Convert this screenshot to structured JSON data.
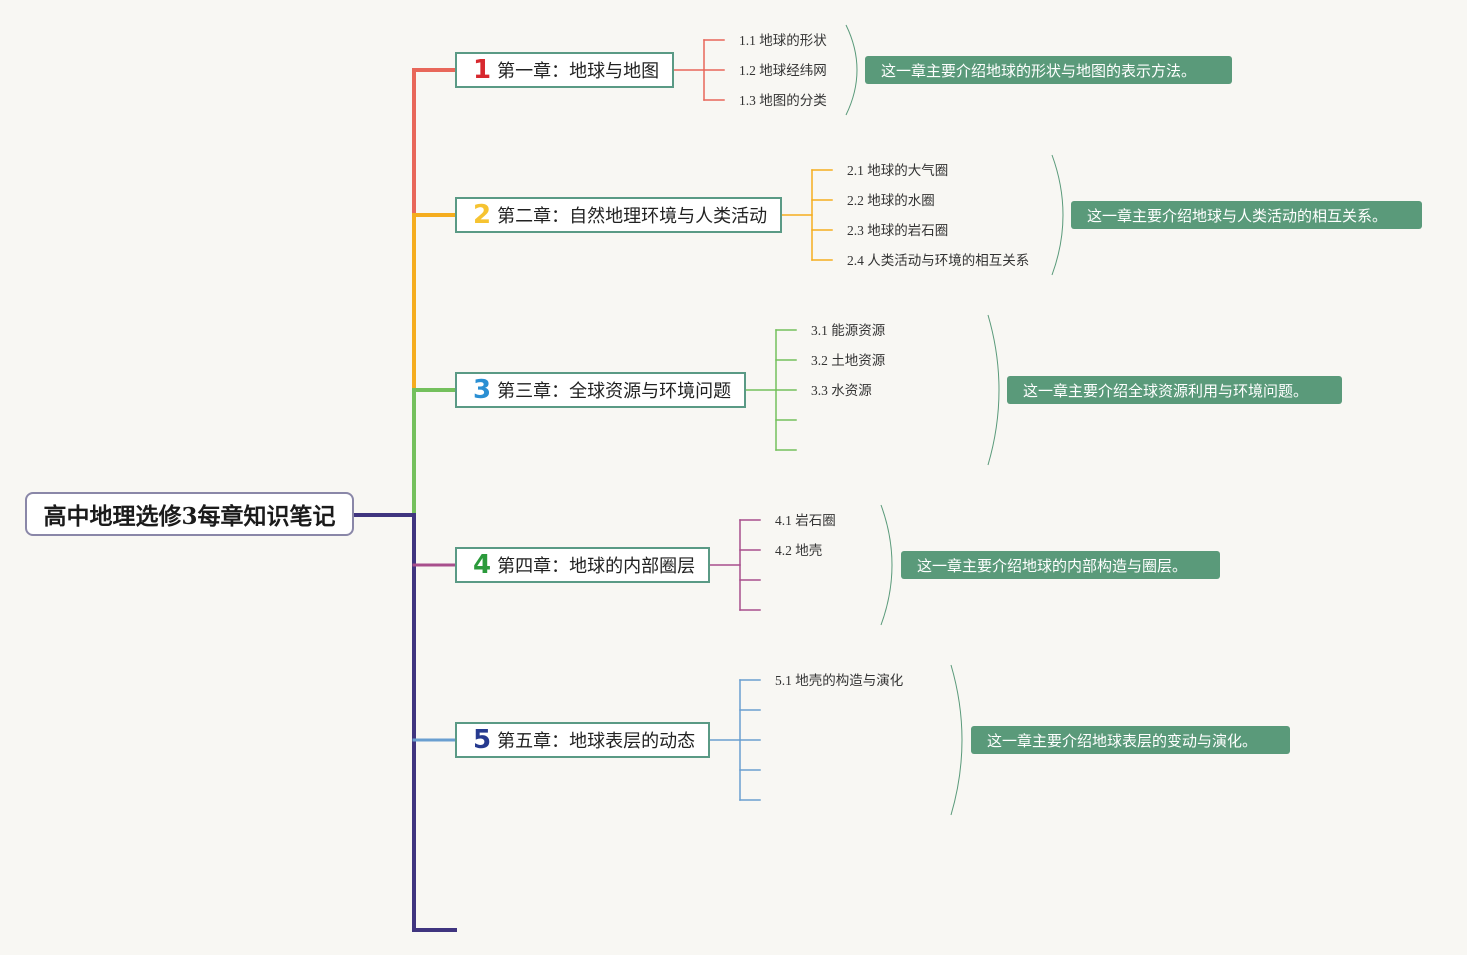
{
  "root": {
    "title": "高中地理选修3每章知识笔记"
  },
  "chapters": [
    {
      "num": "1",
      "color": "#e8675a",
      "num_color": "#d7282e",
      "title": "第一章：地球与地图",
      "subs": [
        "1.1 地球的形状",
        "1.2 地球经纬网",
        "1.3 地图的分类"
      ],
      "summary": "这一章主要介绍地球的形状与地图的表示方法。"
    },
    {
      "num": "2",
      "color": "#f5ad1e",
      "num_color": "#f6c331",
      "title": "第二章：自然地理环境与人类活动",
      "subs": [
        "2.1 地球的大气圈",
        "2.2 地球的水圈",
        "2.3 地球的岩石圈",
        "2.4 人类活动与环境的相互关系"
      ],
      "summary": "这一章主要介绍地球与人类活动的相互关系。"
    },
    {
      "num": "3",
      "color": "#74c05c",
      "num_color": "#2a8fd3",
      "title": "第三章：全球资源与环境问题",
      "subs": [
        "3.1 能源资源",
        "3.2 土地资源",
        "3.3 水资源",
        "",
        ""
      ],
      "summary": "这一章主要介绍全球资源利用与环境问题。"
    },
    {
      "num": "4",
      "color": "#a84f8c",
      "num_color": "#2b9a3b",
      "title": "第四章：地球的内部圈层",
      "subs": [
        "4.1 岩石圈",
        "4.2 地壳",
        "",
        ""
      ],
      "summary": "这一章主要介绍地球的内部构造与圈层。"
    },
    {
      "num": "5",
      "color": "#6a9fd0",
      "num_color": "#263a8f",
      "title": "第五章：地球表层的动态",
      "subs": [
        "5.1 地壳的构造与演化",
        "",
        "",
        "",
        ""
      ],
      "summary": "这一章主要介绍地球表层的变动与演化。"
    }
  ],
  "trunk_bottom_color": "#40357f"
}
